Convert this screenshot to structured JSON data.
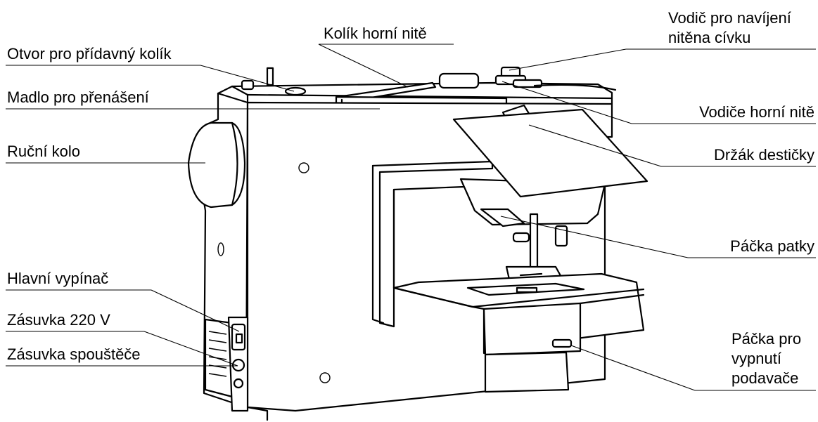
{
  "labels": {
    "otvor_kolik": "Otvor pro přídavný kolík",
    "kolik_horni_nite": "Kolík horní nitě",
    "vodic_navijeni_1": "Vodič pro navíjení",
    "vodic_navijeni_2": "nitěna cívku",
    "madlo": "Madlo pro přenášení",
    "vodice_horni_nite": "Vodiče horní nitě",
    "rucni_kolo": "Ruční kolo",
    "drzak_desticky": "Držák destičky",
    "packa_patky": "Páčka patky",
    "hlavni_vypinac": "Hlavní vypínač",
    "zasuvka_220": "Zásuvka 220 V",
    "zasuvka_spoustece": "Zásuvka spouštěče",
    "packa_podavace_1": "Páčka pro",
    "packa_podavace_2": "vypnutí",
    "packa_podavace_3": "podavače"
  }
}
